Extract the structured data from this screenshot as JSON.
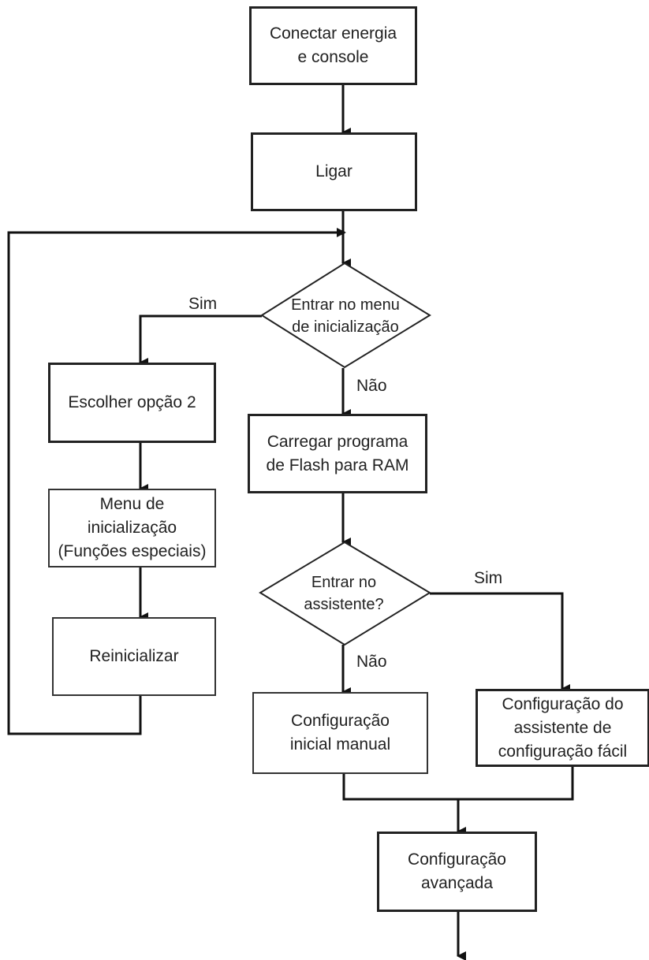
{
  "nodes": {
    "conectar": "Conectar energia\ne console",
    "ligar": "Ligar",
    "entrar_menu": "Entrar no menu\nde inicialização",
    "escolher": "Escolher opção 2",
    "menu_inicializacao": "Menu de\ninicialização\n(Funções especiais)",
    "reinicializar": "Reinicializar",
    "carregar": "Carregar programa\nde Flash para RAM",
    "entrar_assistente": "Entrar no\nassistente?",
    "config_manual": "Configuração\ninicial manual",
    "config_assistente": "Configuração do\nassistente de\nconfiguração fácil",
    "config_avancada": "Configuração\navançada"
  },
  "labels": {
    "sim_menu": "Sim",
    "nao_menu": "Não",
    "sim_assistente": "Sim",
    "nao_assistente": "Não"
  }
}
